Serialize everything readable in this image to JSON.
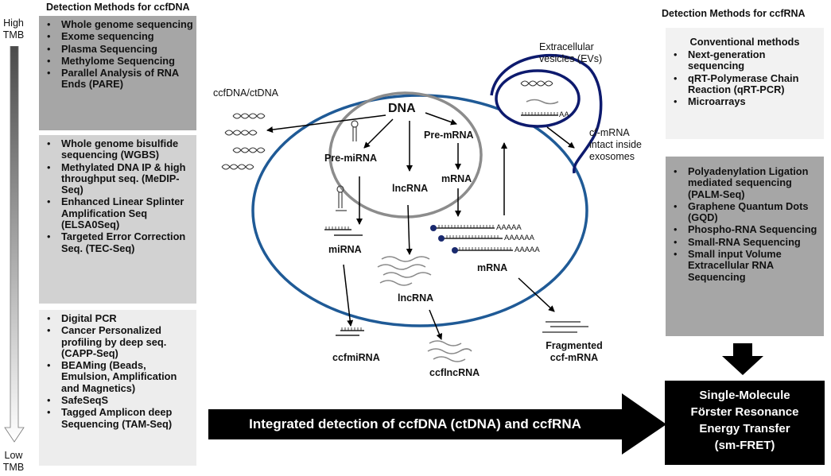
{
  "left": {
    "title": "Detection Methods for ccfDNA",
    "tmb_high": [
      "High",
      "TMB"
    ],
    "tmb_low": [
      "Low",
      "TMB"
    ],
    "box1": [
      "Whole genome sequencing",
      "Exome sequencing",
      "Plasma Sequencing",
      "Methylome Sequencing",
      "Parallel Analysis of RNA Ends (PARE)"
    ],
    "box2": [
      "Whole genome bisulfide sequencing (WGBS)",
      "Methylated DNA IP & high throughput seq. (MeDIP-Seq)",
      "Enhanced Linear Splinter Amplification Seq (ELSA0Seq)",
      "Targeted Error Correction Seq. (TEC-Seq)"
    ],
    "box3": [
      "Digital PCR",
      "Cancer Personalized profiling by deep seq. (CAPP-Seq)",
      "BEAMing (Beads, Emulsion, Amplification and Magnetics)",
      "SafeSeqS",
      "Tagged Amplicon deep Sequencing (TAM-Seq)"
    ]
  },
  "right": {
    "title": "Detection Methods for ccfRNA",
    "conv_title": "Conventional methods",
    "conv": [
      "Next-generation sequencing",
      "qRT-Polymerase Chain Reaction (qRT-PCR)",
      "Microarrays"
    ],
    "box2": [
      "Polyadenylation Ligation mediated sequencing (PALM-Seq)",
      "Graphene Quantum Dots (GQD)",
      "Phospho-RNA Sequencing",
      "Small-RNA Sequencing",
      "Small input Volume Extracellular RNA Sequencing"
    ],
    "smfret": [
      "Single-Molecule",
      "Förster Resonance",
      "Energy Transfer",
      "(sm-FRET)"
    ]
  },
  "diagram": {
    "dna": "DNA",
    "ccfdna": "ccfDNA/ctDNA",
    "pre_mirna": "Pre-miRNA",
    "pre_mrna": "Pre-mRNA",
    "lncrna_in": "lncRNA",
    "mrna_in": "mRNA",
    "mirna": "miRNA",
    "lncrna_out": "lncRNA",
    "mrna_out": "mRNA",
    "evs": "Extracellular vesicles (EVs)",
    "cfmrna": "cf-mRNA intact inside exosomes",
    "ccfmirna": "ccfmiRNA",
    "ccflncrna": "ccflncRNA",
    "fragmented": "Fragmented ccf-mRNA",
    "polya": "AAAAA",
    "polya6": "AAAAAA",
    "aa": "AA"
  },
  "bottom_arrow": "Integrated detection of ccfDNA (ctDNA) and ccfRNA",
  "colors": {
    "box1": "#a6a6a6",
    "box2": "#d2d2d2",
    "box3": "#ededed",
    "cell": "#1f5a96",
    "nucleus": "#8c8c8c",
    "vesicle": "#0d1a6e"
  }
}
